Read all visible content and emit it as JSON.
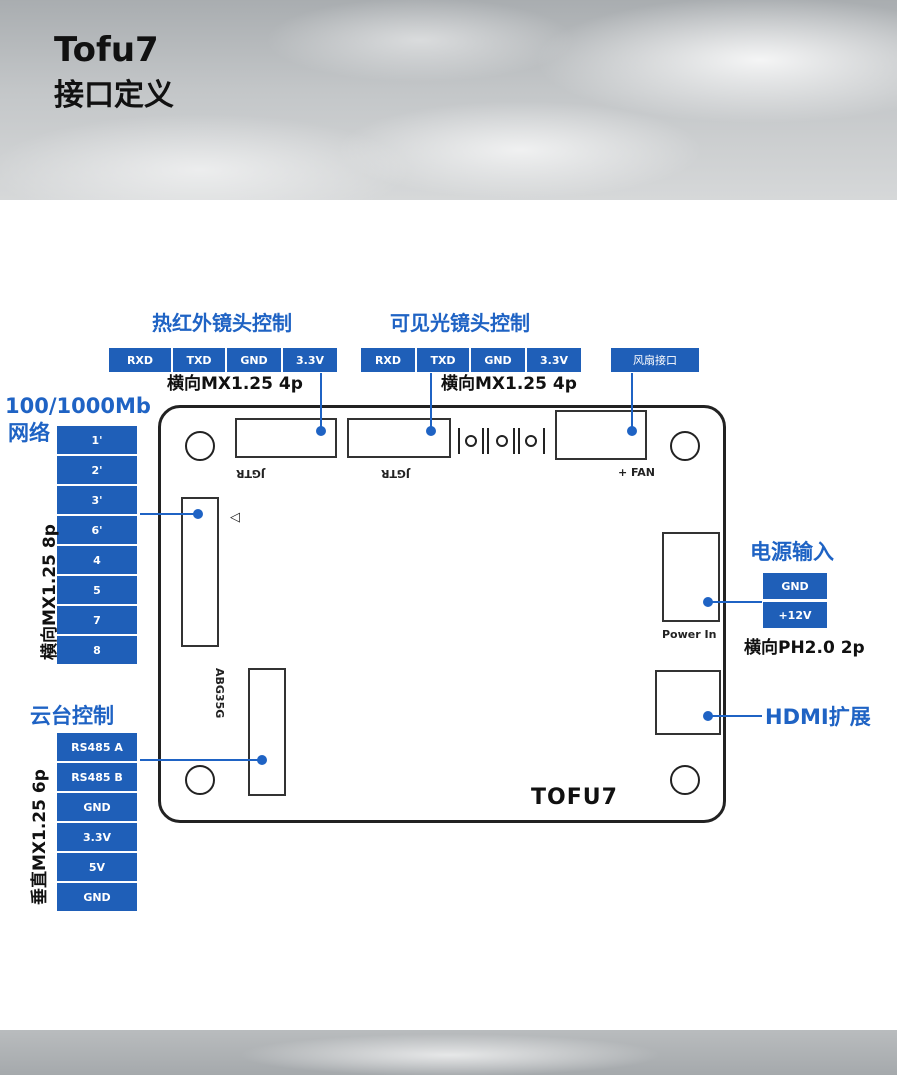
{
  "header": {
    "title": "Tofu7",
    "subtitle": "接口定义"
  },
  "thermal": {
    "heading": "热红外镜头控制",
    "pins": [
      "RXD",
      "TXD",
      "GND",
      "3.3V"
    ],
    "connector": "横向MX1.25 4p"
  },
  "visible": {
    "heading": "可见光镜头控制",
    "pins": [
      "RXD",
      "TXD",
      "GND",
      "3.3V"
    ],
    "connector": "横向MX1.25 4p"
  },
  "fan": {
    "label": "风扇接口"
  },
  "network": {
    "heading_line1": "100/1000Mb",
    "heading_line2": "网络",
    "pins": [
      "1'",
      "2'",
      "3'",
      "6'",
      "4",
      "5",
      "7",
      "8"
    ],
    "connector": "横向MX1.25 8p"
  },
  "gimbal": {
    "heading": "云台控制",
    "pins": [
      "RS485 A",
      "RS485 B",
      "GND",
      "3.3V",
      "5V",
      "GND"
    ],
    "connector": "垂直MX1.25 6p"
  },
  "power": {
    "heading": "电源输入",
    "pins": [
      "GND",
      "+12V"
    ],
    "connector": "横向PH2.0 2p"
  },
  "hdmi": {
    "heading": "HDMI扩展"
  },
  "board": {
    "silk_jgtr_1": "JGTR",
    "silk_jgtr_2": "JGTR",
    "silk_fan": "+ FAN",
    "silk_abg": "ABG35G",
    "silk_power": "Power In",
    "silk_arrow": "◁",
    "logo": "TOFU7"
  },
  "colors": {
    "accent": "#1f5fb8",
    "heading": "#1f63c4"
  }
}
